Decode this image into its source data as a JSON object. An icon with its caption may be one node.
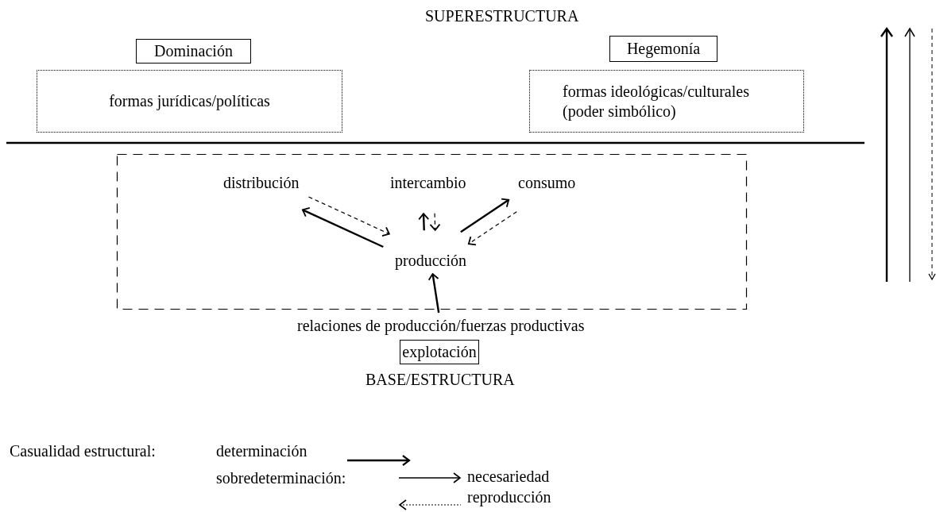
{
  "diagram": {
    "nodes": [
      {
        "text": [
          "Dominación"
        ]
      },
      {
        "text": [
          "formas jurídicas/políticas"
        ]
      },
      {
        "text": [
          "Hegemonía"
        ]
      },
      {
        "text": [
          "formas ideológicas/culturales (poder simbólico)"
        ]
      },
      {
        "text": [],
        "shape": "box"
      },
      {
        "text": [
          "distribución"
        ],
        "in": 4
      },
      {
        "text": [
          "intercambio"
        ],
        "in": 4
      },
      {
        "text": [
          "consumo"
        ],
        "in": 4
      },
      {
        "text": [
          "producción"
        ],
        "in": 4
      },
      {
        "text": [
          "relaciones de producción/fuerzas productivas"
        ]
      },
      {
        "text": [
          "explotación"
        ]
      }
    ],
    "edges": [
      {
        "from": 8,
        "to": 5,
        "arrow": "to"
      },
      {
        "from": 5,
        "to": 8,
        "arrow": "to",
        "style": "dashed"
      },
      {
        "from": 6,
        "to": 8,
        "arrow": "to",
        "style": "dashed"
      },
      {
        "from": 8,
        "to": 6,
        "arrow": "to"
      },
      {
        "from": 8,
        "to": 7,
        "arrow": "to"
      },
      {
        "from": 7,
        "to": 8,
        "arrow": "to",
        "style": "dashed"
      },
      {
        "from": 9,
        "to": 8,
        "arrow": "to"
      }
    ],
    "labels": [
      "SUPERESTRUCTURA",
      "BASE/ESTRUCTURA",
      "Casualidad estructural:",
      "sobredeterminación:"
    ],
    "legend": [
      {
        "text": "determinación"
      },
      {
        "text": "necesariedad"
      },
      {
        "text": "reproducción"
      }
    ]
  }
}
